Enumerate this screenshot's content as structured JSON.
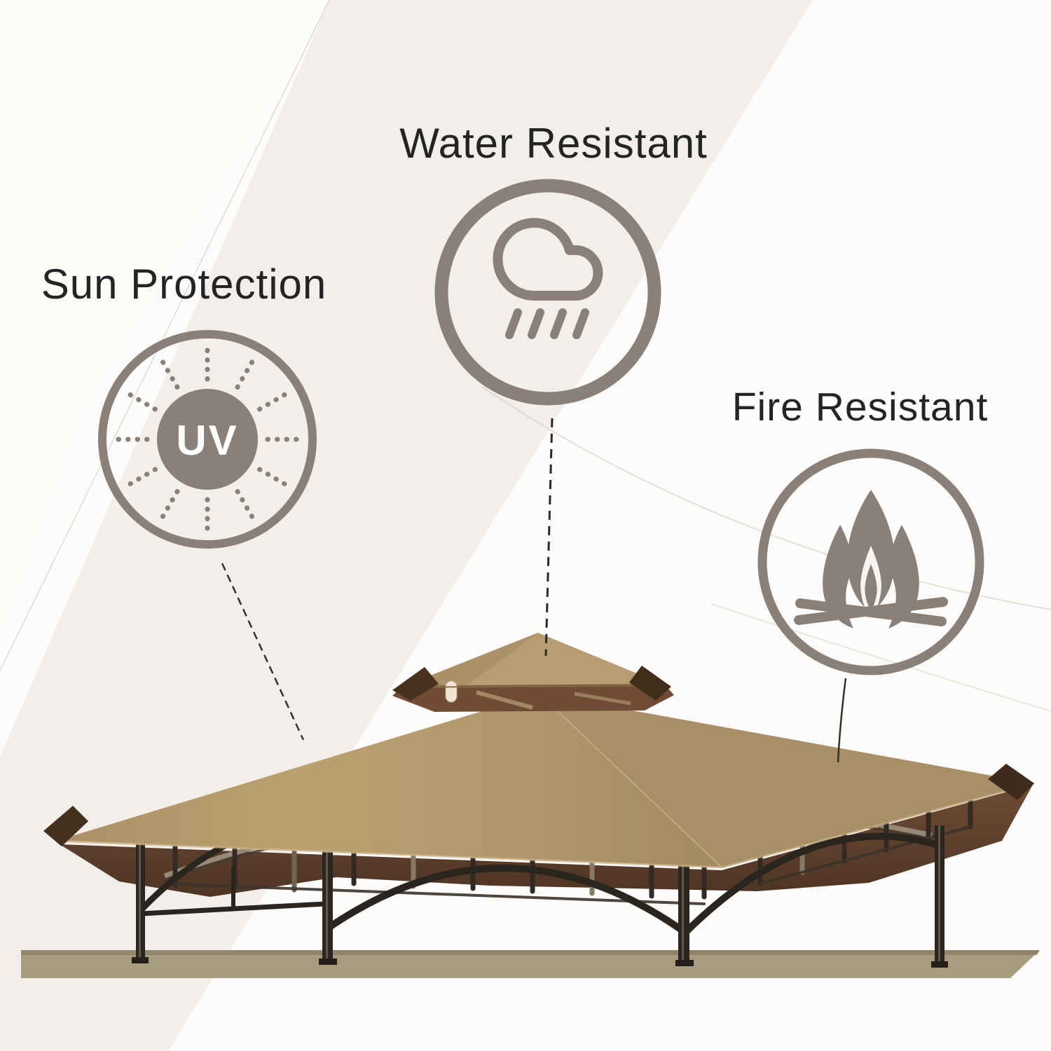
{
  "features": [
    {
      "label": "Sun Protection",
      "icon": "uv-sun-icon",
      "badge": "UV"
    },
    {
      "label": "Water Resistant",
      "icon": "rain-cloud-icon"
    },
    {
      "label": "Fire Resistant",
      "icon": "campfire-icon"
    }
  ],
  "illustration": {
    "subject": "two-tier-grill-gazebo-canopy",
    "parts": [
      "top-tier-canopy",
      "main-canopy",
      "metal-frame-arches",
      "ground-strip"
    ]
  },
  "colors": {
    "icon_taupe": "#8b8078",
    "label_text": "#242424",
    "canopy_tan": "#b49a72",
    "canopy_underside_brown": "#5f4330",
    "frame_dark": "#2c2620",
    "ground_strip": "#a99b7e",
    "background": "#f4f0ec"
  }
}
